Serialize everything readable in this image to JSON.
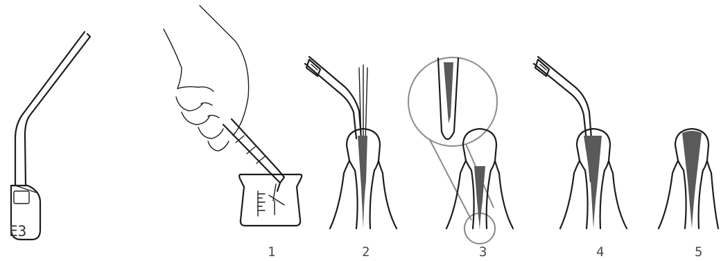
{
  "tip": {
    "code": "E3"
  },
  "steps": [
    {
      "number": "1"
    },
    {
      "number": "2"
    },
    {
      "number": "3"
    },
    {
      "number": "4"
    },
    {
      "number": "5"
    }
  ],
  "colors": {
    "line": "#1d1d1b",
    "fill": "#5a5a5a",
    "zoom": "#8a8a8a",
    "label": "#4a4a4a"
  }
}
